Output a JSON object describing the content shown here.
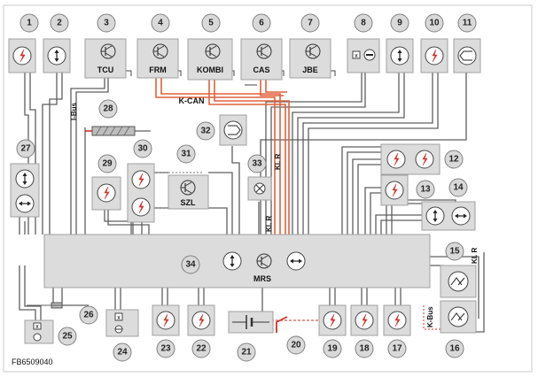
{
  "callouts": [
    "1",
    "2",
    "3",
    "4",
    "5",
    "6",
    "7",
    "8",
    "9",
    "10",
    "11",
    "12",
    "13",
    "14",
    "15",
    "16",
    "17",
    "18",
    "19",
    "20",
    "21",
    "22",
    "23",
    "24",
    "25",
    "26",
    "27",
    "28",
    "29",
    "30",
    "31",
    "32",
    "33",
    "34"
  ],
  "modules": {
    "tcu": "TCU",
    "frm": "FRM",
    "kombi": "KOMBI",
    "cas": "CAS",
    "jbe": "JBE",
    "szl": "SZL",
    "mrs": "MRS"
  },
  "bus_labels": {
    "k_can": "K-CAN",
    "i_bus": "I-Bus",
    "k_bus": "K-Bus",
    "kl_r_1": "Kl. R",
    "kl_r_2": "Kl. R",
    "kl_r_3": "Kl. R"
  },
  "figure_id": "FB6509040",
  "colors": {
    "can_wire": "#e0603c",
    "wire": "#5f5f5f",
    "box": "#dcdcdc",
    "airbag_symbol": "#d2302a"
  }
}
